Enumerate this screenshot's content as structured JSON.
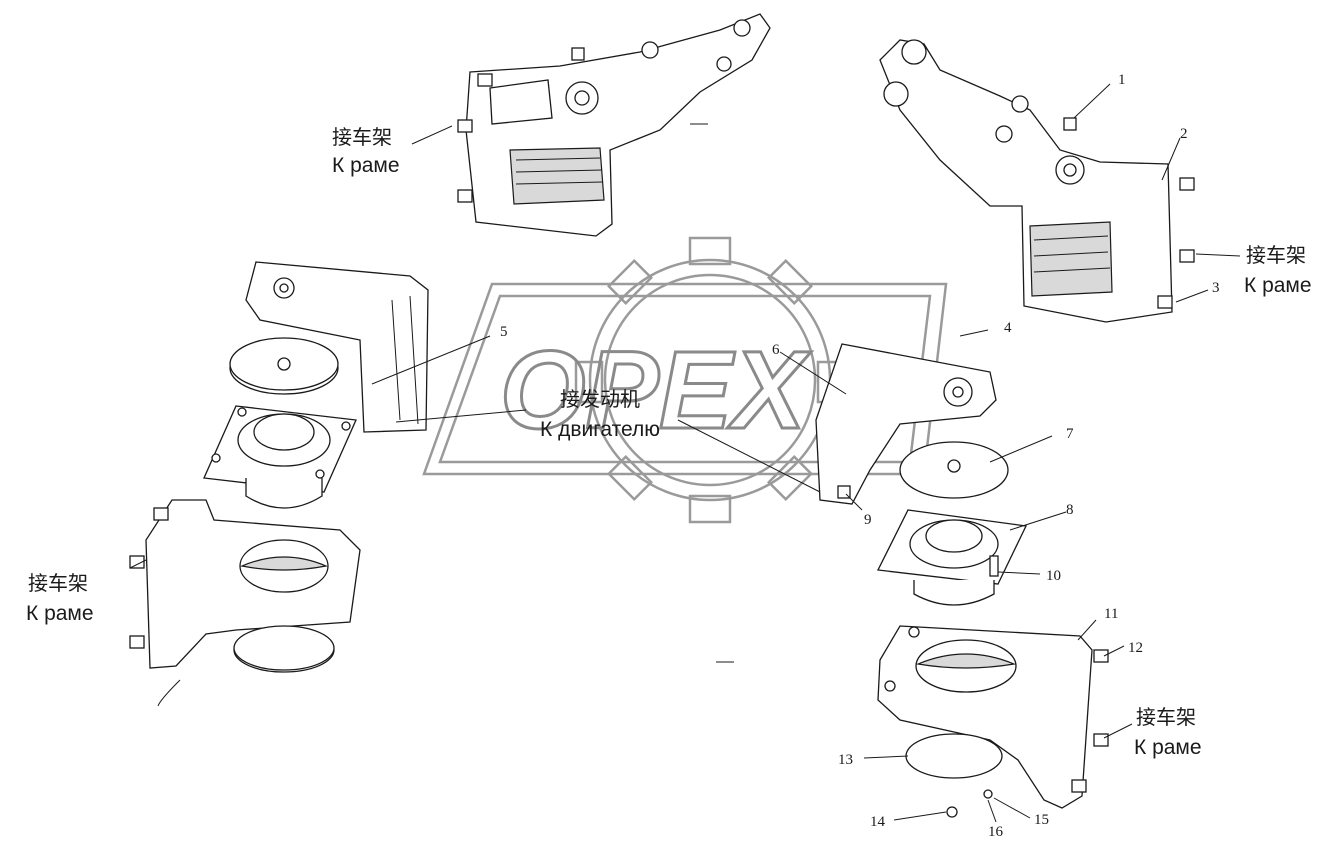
{
  "watermark": {
    "text": "OPEX"
  },
  "labels": {
    "frame_cn": "接车架",
    "frame_ru": "К раме",
    "engine_cn": "接发动机",
    "engine_ru": "К двигателю"
  },
  "callouts": [
    "1",
    "2",
    "3",
    "4",
    "5",
    "6",
    "7",
    "8",
    "9",
    "10",
    "11",
    "12",
    "13",
    "14",
    "15",
    "16"
  ]
}
